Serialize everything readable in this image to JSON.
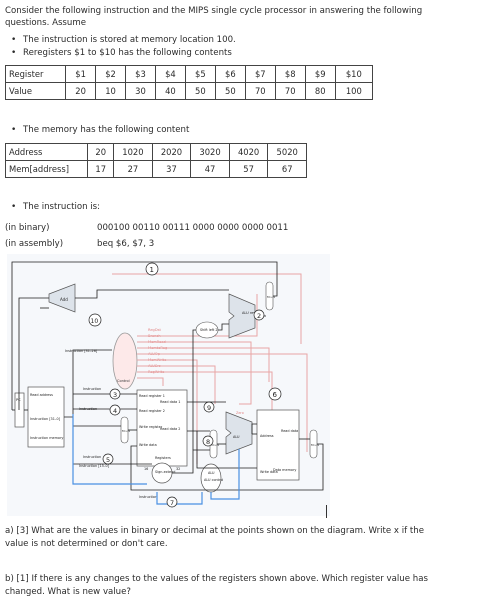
{
  "intro": {
    "line1": "Consider the following instruction and the MIPS single cycle processor in answering the following",
    "line2": "questions. Assume"
  },
  "bullets_top": [
    "The instruction is stored at memory location 100.",
    "Reregisters $1 to $10 has the following contents"
  ],
  "register_table": {
    "row1": [
      "Register",
      "$1",
      "$2",
      "$3",
      "$4",
      "$5",
      "$6",
      "$7",
      "$8",
      "$9",
      "$10"
    ],
    "row2": [
      "Value",
      "20",
      "10",
      "30",
      "40",
      "50",
      "50",
      "70",
      "70",
      "80",
      "100"
    ]
  },
  "memory_bullet": "The memory has the following content",
  "memory_table": {
    "row1": [
      "Address",
      "20",
      "1020",
      "2020",
      "3020",
      "4020",
      "5020"
    ],
    "row2": [
      "Mem[address]",
      "17",
      "27",
      "37",
      "47",
      "57",
      "67"
    ]
  },
  "instruction_bullet": "The instruction is:",
  "instruction": {
    "binary_label": "(in binary)",
    "binary_value": "000100  00110  00111  0000 0000 0000 0011",
    "assembly_label": "(in assembly)",
    "assembly_value": "beq $6, $7, 3"
  },
  "diagram": {
    "markers": [
      "1",
      "2",
      "3",
      "4",
      "5",
      "6",
      "7",
      "8",
      "9",
      "10"
    ],
    "labels": {
      "add": "Add",
      "alu_result": "ALU result",
      "shift_left": "Shift left 2",
      "instr_31_26": "Instruction [31–26]",
      "control": "Control",
      "control_signals": [
        "RegDst",
        "Branch",
        "MemRead",
        "MemtoReg",
        "ALUOp",
        "MemWrite",
        "ALUSrc",
        "RegWrite"
      ],
      "pc": "PC",
      "read_address": "Read address",
      "instruction_word": "Instruction [31–0]",
      "instruction_memory": "Instruction memory",
      "instruction_label": "Instruction",
      "read_register_1": "Read register 1",
      "read_register_2": "Read register 2",
      "write_register": "Write register",
      "write_data": "Write data",
      "read_data_1": "Read data 1",
      "read_data_2": "Read data 2",
      "registers": "Registers",
      "zero": "Zero",
      "alu": "ALU",
      "address": "Address",
      "read_data": "Read data",
      "data_memory": "Data memory",
      "instr_15_0": "Instruction [15–0]",
      "sign_extend": "Sign-extend",
      "bits16": "16",
      "bits32": "32",
      "alu_control": "ALU control",
      "mux": "M u x"
    }
  },
  "questions": {
    "a_line1": "a) [3] What are the values in binary or decimal at the points shown on the diagram. Write x if the",
    "a_line2": "value is not determined or don't care.",
    "b_line1": "b) [1] If there is any changes to the values of the registers shown above. Which register value has",
    "b_line2": "changed. What is new value?"
  }
}
